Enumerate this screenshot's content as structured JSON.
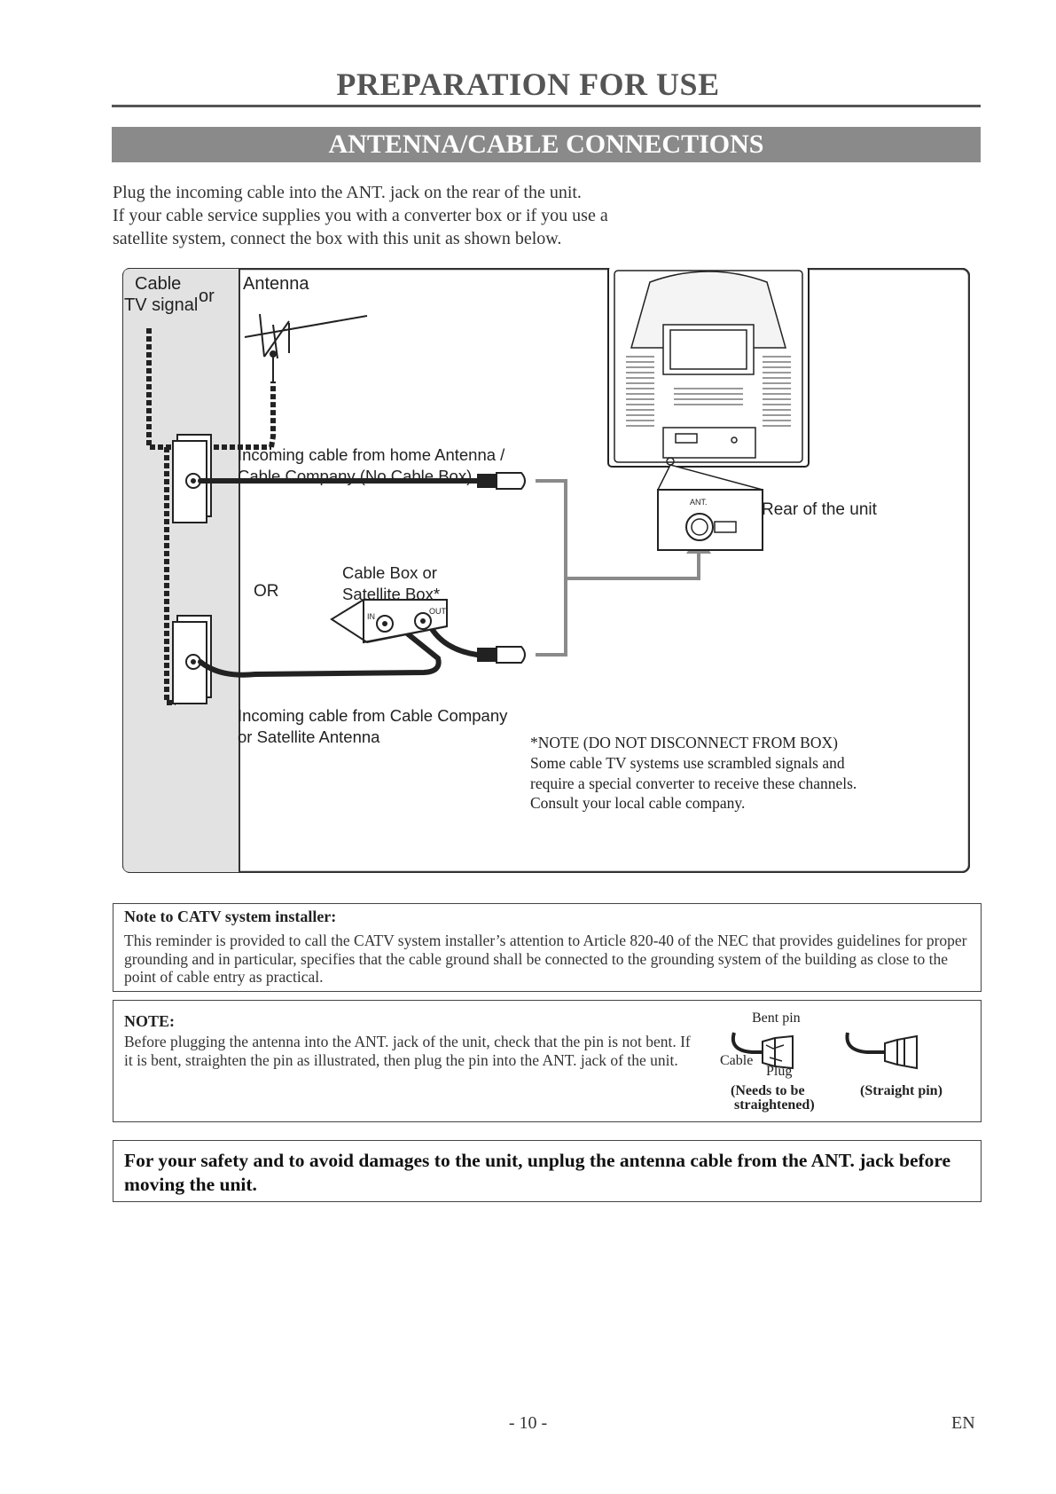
{
  "header": {
    "title": "PREPARATION FOR USE",
    "section": "ANTENNA/CABLE CONNECTIONS"
  },
  "intro": {
    "lines": [
      "Plug the incoming cable into the ANT. jack on the rear of the unit.",
      "If your cable service supplies you with a converter box or if you use a",
      "satellite system, connect the box with this unit as shown below."
    ]
  },
  "diagram": {
    "cable_tv_signal_1": "Cable",
    "cable_tv_signal_2": "TV signal",
    "or_small": "or",
    "antenna": "Antenna",
    "incoming_home_1": "Incoming cable from home Antenna /",
    "incoming_home_2": "Cable Company (No Cable Box)",
    "rear_of_unit": "Rear of the unit",
    "ant_label": "ANT.",
    "or_big": "OR",
    "cable_box_1": "Cable Box or",
    "cable_box_2": "Satellite Box*",
    "box_in": "IN",
    "box_out": "OUT",
    "incoming_company_1": "Incoming cable from Cable Company",
    "incoming_company_2": "or Satellite Antenna",
    "note_1": "*NOTE (DO NOT DISCONNECT FROM BOX)",
    "note_2": "Some cable TV systems use scrambled signals and",
    "note_3": "require a special converter to receive these channels.",
    "note_4": "Consult your local cable company."
  },
  "catv_note": {
    "heading": "Note to CATV system installer:",
    "body": "This reminder is provided to call the CATV system installer’s attention to Article 820-40 of the NEC that provides guidelines for proper grounding and in particular, specifies that the cable ground shall be connected to the grounding system of the building as close to the point of cable entry as practical."
  },
  "pin_note": {
    "heading": "NOTE:",
    "body": "Before plugging the antenna into the ANT. jack of the unit, check that the pin is not bent. If it is bent, straighten the pin as illustrated, then plug the pin into the ANT. jack of the unit.",
    "bent_pin": "Bent pin",
    "cable": "Cable",
    "plug": "Plug",
    "needs_1": "(Needs to be",
    "needs_2": "straightened)",
    "straight": "(Straight pin)"
  },
  "safety": {
    "text": "For your safety and to avoid damages to the unit, unplug the antenna cable from the ANT. jack before moving the unit."
  },
  "footer": {
    "page": "- 10 -",
    "lang": "EN"
  }
}
